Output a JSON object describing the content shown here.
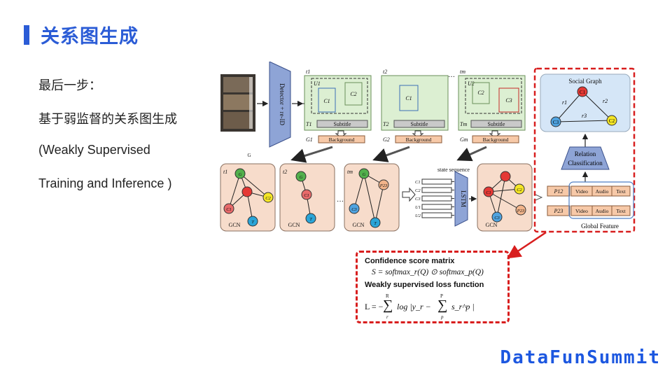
{
  "title": "关系图生成",
  "left_text": {
    "line1": "最后一步：",
    "line2": "基于弱监督的关系图生成",
    "line3": "(Weakly Supervised",
    "line4": "Training and Inference )"
  },
  "diagram": {
    "detector_label": "Detector + re-ID",
    "frames": [
      {
        "t": "t1",
        "u": "U1",
        "chars": [
          "C1",
          "C2"
        ],
        "subtitle": "Subtitle",
        "t_label": "T1",
        "bg": "Background",
        "g_label": "G1"
      },
      {
        "t": "t2",
        "chars": [
          "C1"
        ],
        "subtitle": "Subtitle",
        "t_label": "T2",
        "bg": "Background",
        "g_label": "G2"
      },
      {
        "t": "tm",
        "u": "U2",
        "chars": [
          "C2",
          "C3"
        ],
        "subtitle": "Subtitle",
        "t_label": "Tm",
        "bg": "Background",
        "g_label": "Gm"
      }
    ],
    "ellipsis": "…",
    "g_caption": "G",
    "gcn_label": "GCN",
    "graph_nodes": {
      "g": "G",
      "c1": "C1",
      "c2": "C2",
      "c3": "C3",
      "t": "T",
      "p23": "P23"
    },
    "state_sequence_label": "state sequence",
    "state_rows": [
      "C1",
      "C2",
      "C3",
      "U1",
      "U2"
    ],
    "lstm_label": "LSTM",
    "social_graph_title": "Social Graph",
    "relations": [
      "r1",
      "r2",
      "r3"
    ],
    "relation_classification": [
      "Relation",
      "Classification"
    ],
    "pair_rows": [
      {
        "pair": "P12",
        "cells": [
          "Video",
          "Audio",
          "Text"
        ]
      },
      {
        "pair": "P23",
        "cells": [
          "Video",
          "Audio",
          "Text"
        ]
      }
    ],
    "global_feature_label": "Global Feature"
  },
  "formula": {
    "h1": "Confidence score matrix",
    "eq1": "S = softmax_r(Q) ⊙ softmax_p(Q)",
    "h2": "Weakly supervised loss function",
    "eq2_lhs": "L = −",
    "eq2_mid": "log |y_r −",
    "eq2_end": "s_r^p |",
    "sum1_top": "R",
    "sum1_bot": "r",
    "sum2_top": "P",
    "sum2_bot": "p"
  },
  "brand": "DataFunSummit",
  "colors": {
    "accent": "#2b5cd6",
    "red_dash": "#d81e1e",
    "green_panel": "#dcefd2",
    "peach_panel": "#f7dccb",
    "blue_panel": "#d5e6f7"
  }
}
